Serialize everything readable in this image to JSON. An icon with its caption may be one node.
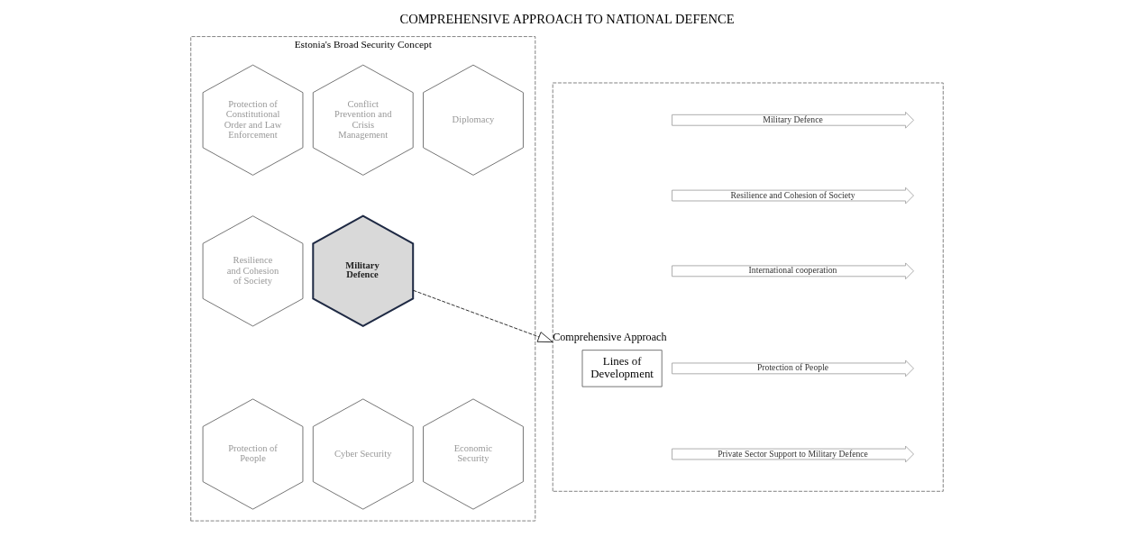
{
  "diagram": {
    "title": "COMPREHENSIVE APPROACH TO NATIONAL DEFENCE",
    "nodes": [
      {
        "text": [
          "Estonia's Broad Security Concept"
        ]
      },
      {
        "text": [
          "Protection of Constitutional Order and Law Enforcement"
        ],
        "in": 0
      },
      {
        "text": [
          "Conflict Prevention and Crisis Management"
        ],
        "in": 0
      },
      {
        "text": [
          "Diplomacy"
        ],
        "in": 0
      },
      {
        "text": [
          "Resilience and Cohesion of Society"
        ],
        "in": 0
      },
      {
        "text": [
          "Military Defence"
        ],
        "in": 0
      },
      {
        "text": [
          "Protection of People"
        ],
        "in": 0
      },
      {
        "text": [
          "Cyber Security"
        ],
        "in": 0
      },
      {
        "text": [
          "Economic Security"
        ],
        "in": 0
      },
      {
        "text": [],
        "shape": "box"
      },
      {
        "text": [
          "Lines of Development"
        ],
        "in": 9
      },
      {
        "text": [
          "Military Defence"
        ],
        "in": 9
      },
      {
        "text": [
          "Resilience and Cohesion of Society"
        ],
        "in": 9
      },
      {
        "text": [
          "International cooperation"
        ],
        "in": 9
      },
      {
        "text": [
          "Protection of People"
        ],
        "in": 9
      },
      {
        "text": [
          "Private Sector Support to Military Defence"
        ],
        "in": 9
      }
    ],
    "edges": [
      {
        "from": 5,
        "to": 9,
        "arrow": "to",
        "style": "dashed",
        "label": "Comprehensive Approach"
      }
    ]
  }
}
